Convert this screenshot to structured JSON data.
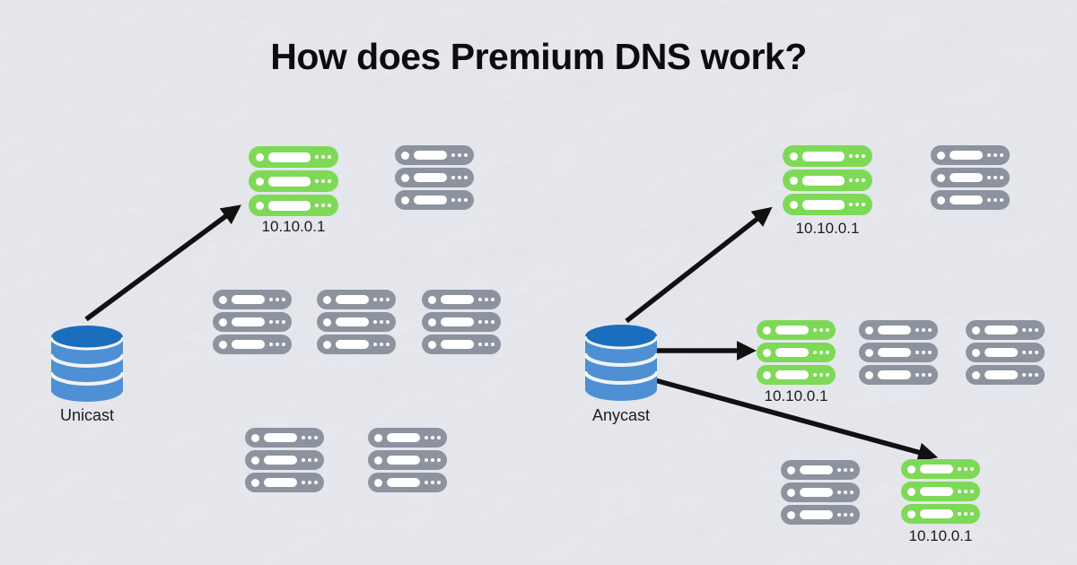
{
  "title": "How does Premium DNS work?",
  "unicast": {
    "label": "Unicast",
    "resolved_ip": "10.10.0.1"
  },
  "anycast": {
    "label": "Anycast",
    "resolved_ips": [
      "10.10.0.1",
      "10.10.0.1",
      "10.10.0.1"
    ]
  },
  "icons": {
    "source_node": "database-cylinder-icon",
    "server_cluster": "server-rack-icon",
    "route": "arrow-icon"
  },
  "colors": {
    "background": "#eaecf2",
    "highlight_green": "#7ed957",
    "server_gray": "#8d939e",
    "db_top": "#1b6ebd",
    "db_body": "#4e90d3",
    "arrow": "#111111",
    "text": "#1c1c1e"
  }
}
